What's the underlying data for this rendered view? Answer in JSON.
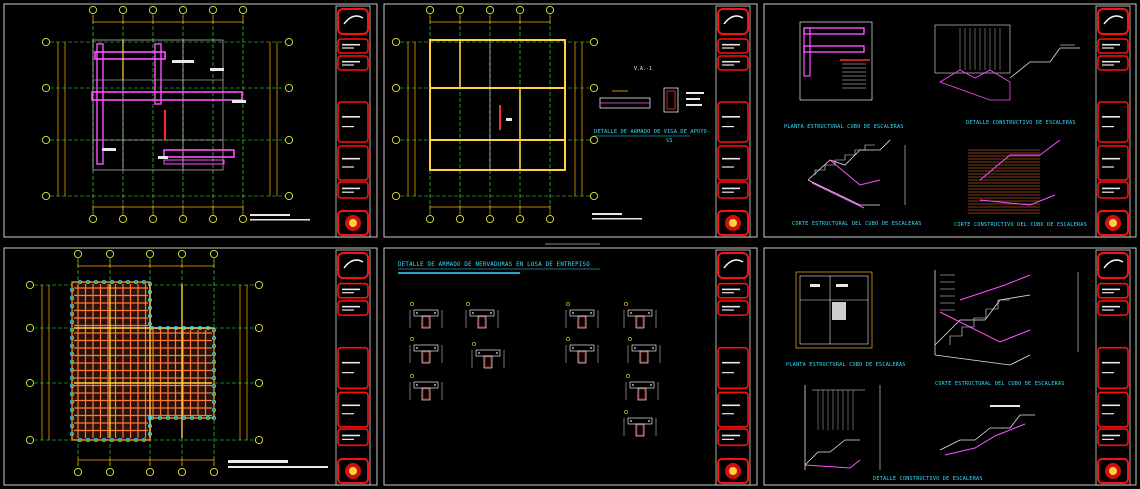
{
  "drawing": {
    "background": "#000000",
    "colors": {
      "frame": "#d8d8d8",
      "axis": "#3aff3a",
      "bubble": "#e8e820",
      "dimension": "#ffb000",
      "beam": "#ffd23a",
      "slab": "#ff4fff",
      "tie": "#ff2a2a",
      "rebar": "#e8e8e8",
      "caption": "#2fe0ff",
      "titleblock": "#ff1010",
      "hatch": "#ff7a3a"
    },
    "sheets": [
      {
        "id": "sheet-1",
        "captions": []
      },
      {
        "id": "sheet-2",
        "captions": [
          "V.A.-1",
          "DETALLE DE ARMADO DE VIGA DE APOYO-",
          "SS"
        ]
      },
      {
        "id": "sheet-3",
        "captions": [
          "PLANTA ESTRUCTURAL CUBO DE ESCALERAS",
          "DETALLE CONSTRUCTIVO DE ESCALERAS",
          "CORTE ESTRUCTURAL DEL CUBO DE ESCALERAS",
          "CORTE CONSTRUCTIVO DEL CUBO DE ESCALERAS"
        ]
      },
      {
        "id": "sheet-4",
        "captions": []
      },
      {
        "id": "sheet-5",
        "captions": [
          "DETALLE DE ARMADO DE NERVADURAS EN LOSA DE ENTREPISO"
        ]
      },
      {
        "id": "sheet-6",
        "captions": [
          "PLANTA ESTRUCTURAL CUBO DE ESCALERAS",
          "CORTE ESTRUCTURAL DEL CUBO DE ESCALERAS",
          "DETALLE CONSTRUCTIVO DE ESCALERAS"
        ]
      }
    ]
  }
}
